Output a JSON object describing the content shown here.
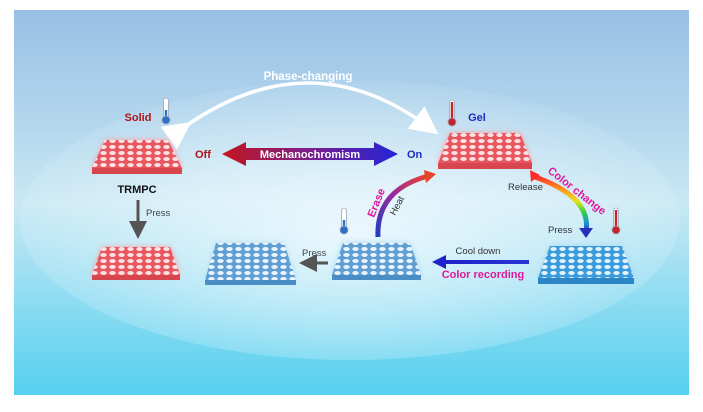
{
  "labels": {
    "solid": "Solid",
    "gel": "Gel",
    "off": "Off",
    "on": "On",
    "mechanochromism": "Mechanochromism",
    "phase_changing": "Phase-changing",
    "trmpc": "TRMPC",
    "press_left": "Press",
    "press_mid": "Press",
    "press_right": "Press",
    "release": "Release",
    "color_change": "Color change",
    "erase": "Erase",
    "heat": "Heat",
    "cool_down": "Cool down",
    "color_recording": "Color recording"
  },
  "colors": {
    "red_pad": "#e8565f",
    "blue_pad": "#3b9fdd",
    "dark_red": "#b01217",
    "blue_text": "#1b2fbf",
    "magenta": "#e0189a"
  },
  "icons": [
    "thermometer-cold-icon",
    "thermometer-hot-icon"
  ]
}
